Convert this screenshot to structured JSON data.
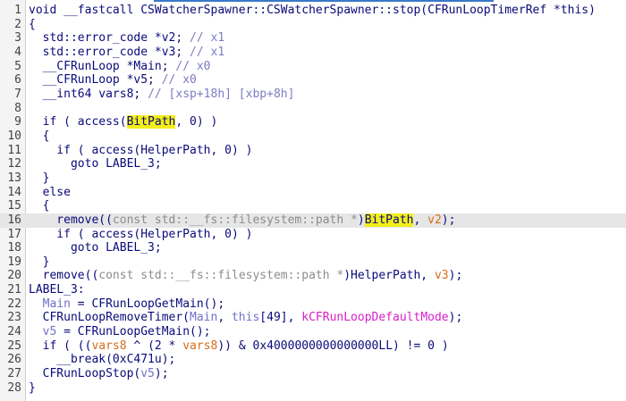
{
  "editor": {
    "current_line": 16,
    "colors": {
      "text": "#0a0a7a",
      "comment": "#7c7cc4",
      "cast": "#8c8c8c",
      "stack_var": "#d56d1a",
      "local_var": "#7070c8",
      "constant": "#d91fc8",
      "highlight": "#f2ee1a"
    },
    "lines": [
      {
        "n": "1",
        "tokens": [
          [
            "void __fastcall CSWatcherSpawner::CSWatcherSpawner::stop(CFRunLoopTimerRef *this)",
            "n"
          ]
        ]
      },
      {
        "n": "2",
        "tokens": [
          [
            "{",
            "n"
          ]
        ]
      },
      {
        "n": "3",
        "tokens": [
          [
            "  std::error_code *v2; ",
            "n"
          ],
          [
            "// x1",
            "cm"
          ]
        ]
      },
      {
        "n": "4",
        "tokens": [
          [
            "  std::error_code *v3; ",
            "n"
          ],
          [
            "// x1",
            "cm"
          ]
        ]
      },
      {
        "n": "5",
        "tokens": [
          [
            "  __CFRunLoop *Main; ",
            "n"
          ],
          [
            "// x0",
            "cm"
          ]
        ]
      },
      {
        "n": "6",
        "tokens": [
          [
            "  __CFRunLoop *v5; ",
            "n"
          ],
          [
            "// x0",
            "cm"
          ]
        ]
      },
      {
        "n": "7",
        "tokens": [
          [
            "  __int64 vars8; ",
            "n"
          ],
          [
            "// [xsp+18h] [xbp+8h]",
            "cm"
          ]
        ]
      },
      {
        "n": "8",
        "tokens": [
          [
            "",
            "n"
          ]
        ]
      },
      {
        "n": "9",
        "tokens": [
          [
            "  if ( access(",
            "n"
          ],
          [
            "BitPath",
            "hl"
          ],
          [
            ", 0) )",
            "n"
          ]
        ]
      },
      {
        "n": "10",
        "tokens": [
          [
            "  {",
            "n"
          ]
        ]
      },
      {
        "n": "11",
        "tokens": [
          [
            "    if ( access(HelperPath, 0) )",
            "n"
          ]
        ]
      },
      {
        "n": "12",
        "tokens": [
          [
            "      goto LABEL_3;",
            "n"
          ]
        ]
      },
      {
        "n": "13",
        "tokens": [
          [
            "  }",
            "n"
          ]
        ]
      },
      {
        "n": "14",
        "tokens": [
          [
            "  else",
            "n"
          ]
        ]
      },
      {
        "n": "15",
        "tokens": [
          [
            "  {",
            "n"
          ]
        ]
      },
      {
        "n": "16",
        "tokens": [
          [
            "    remove((",
            "n"
          ],
          [
            "const std::__fs::filesystem::path *",
            "gy"
          ],
          [
            ")",
            "n"
          ],
          [
            "BitPath",
            "hl"
          ],
          [
            ", ",
            "n"
          ],
          [
            "v2",
            "or"
          ],
          [
            ");",
            "n"
          ]
        ]
      },
      {
        "n": "17",
        "tokens": [
          [
            "    if ( access(HelperPath, 0) )",
            "n"
          ]
        ]
      },
      {
        "n": "18",
        "tokens": [
          [
            "      goto LABEL_3;",
            "n"
          ]
        ]
      },
      {
        "n": "19",
        "tokens": [
          [
            "  }",
            "n"
          ]
        ]
      },
      {
        "n": "20",
        "tokens": [
          [
            "  remove((",
            "n"
          ],
          [
            "const std::__fs::filesystem::path *",
            "gy"
          ],
          [
            ")HelperPath, ",
            "n"
          ],
          [
            "v3",
            "or"
          ],
          [
            ");",
            "n"
          ]
        ]
      },
      {
        "n": "21",
        "tokens": [
          [
            "LABEL_3:",
            "n"
          ]
        ]
      },
      {
        "n": "22",
        "tokens": [
          [
            "  ",
            "n"
          ],
          [
            "Main",
            "lv"
          ],
          [
            " = CFRunLoopGetMain();",
            "n"
          ]
        ]
      },
      {
        "n": "23",
        "tokens": [
          [
            "  CFRunLoopRemoveTimer(",
            "n"
          ],
          [
            "Main",
            "lv"
          ],
          [
            ", ",
            "n"
          ],
          [
            "this",
            "lv"
          ],
          [
            "[49], ",
            "n"
          ],
          [
            "kCFRunLoopDefaultMode",
            "mg"
          ],
          [
            ");",
            "n"
          ]
        ]
      },
      {
        "n": "24",
        "tokens": [
          [
            "  ",
            "n"
          ],
          [
            "v5",
            "lv"
          ],
          [
            " = CFRunLoopGetMain();",
            "n"
          ]
        ]
      },
      {
        "n": "25",
        "tokens": [
          [
            "  if ( ((",
            "n"
          ],
          [
            "vars8",
            "or"
          ],
          [
            " ^ (2 * ",
            "n"
          ],
          [
            "vars8",
            "or"
          ],
          [
            ")) & 0x4000000000000000LL) != 0 )",
            "n"
          ]
        ]
      },
      {
        "n": "26",
        "tokens": [
          [
            "    __break(0xC471u);",
            "n"
          ]
        ]
      },
      {
        "n": "27",
        "tokens": [
          [
            "  CFRunLoopStop(",
            "n"
          ],
          [
            "v5",
            "lv"
          ],
          [
            ");",
            "n"
          ]
        ]
      },
      {
        "n": "28",
        "tokens": [
          [
            "}",
            "n"
          ]
        ]
      }
    ]
  }
}
